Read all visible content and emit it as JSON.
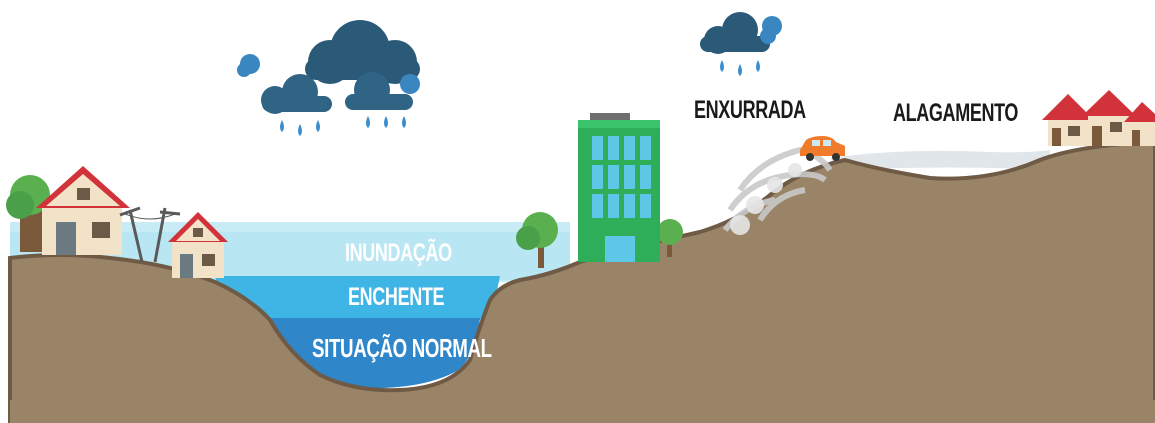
{
  "labels": {
    "inundacao": "INUNDAÇÃO",
    "enchente": "ENCHENTE",
    "situacao_normal": "SITUAÇÃO NORMAL",
    "enxurrada": "ENXURRADA",
    "alagamento": "ALAGAMENTO"
  },
  "colors": {
    "ground": "#9a8467",
    "ground_edge": "#6f5a45",
    "flood_water": "#c8ecf5",
    "flood_high": "#7ed3ee",
    "enchente_water": "#3fb5e5",
    "normal_water": "#2f86c8",
    "cloud": "#2b5a78",
    "cloud_small": "#3a86c0",
    "rain": "#3a8fd0",
    "building": "#2fae5a",
    "window": "#5ec7e8",
    "roof_red": "#d2323a",
    "house_wall": "#f2e3c8",
    "car": "#f07b2a",
    "tree": "#3f9b55",
    "alagamento_water": "#dfe4e8"
  }
}
